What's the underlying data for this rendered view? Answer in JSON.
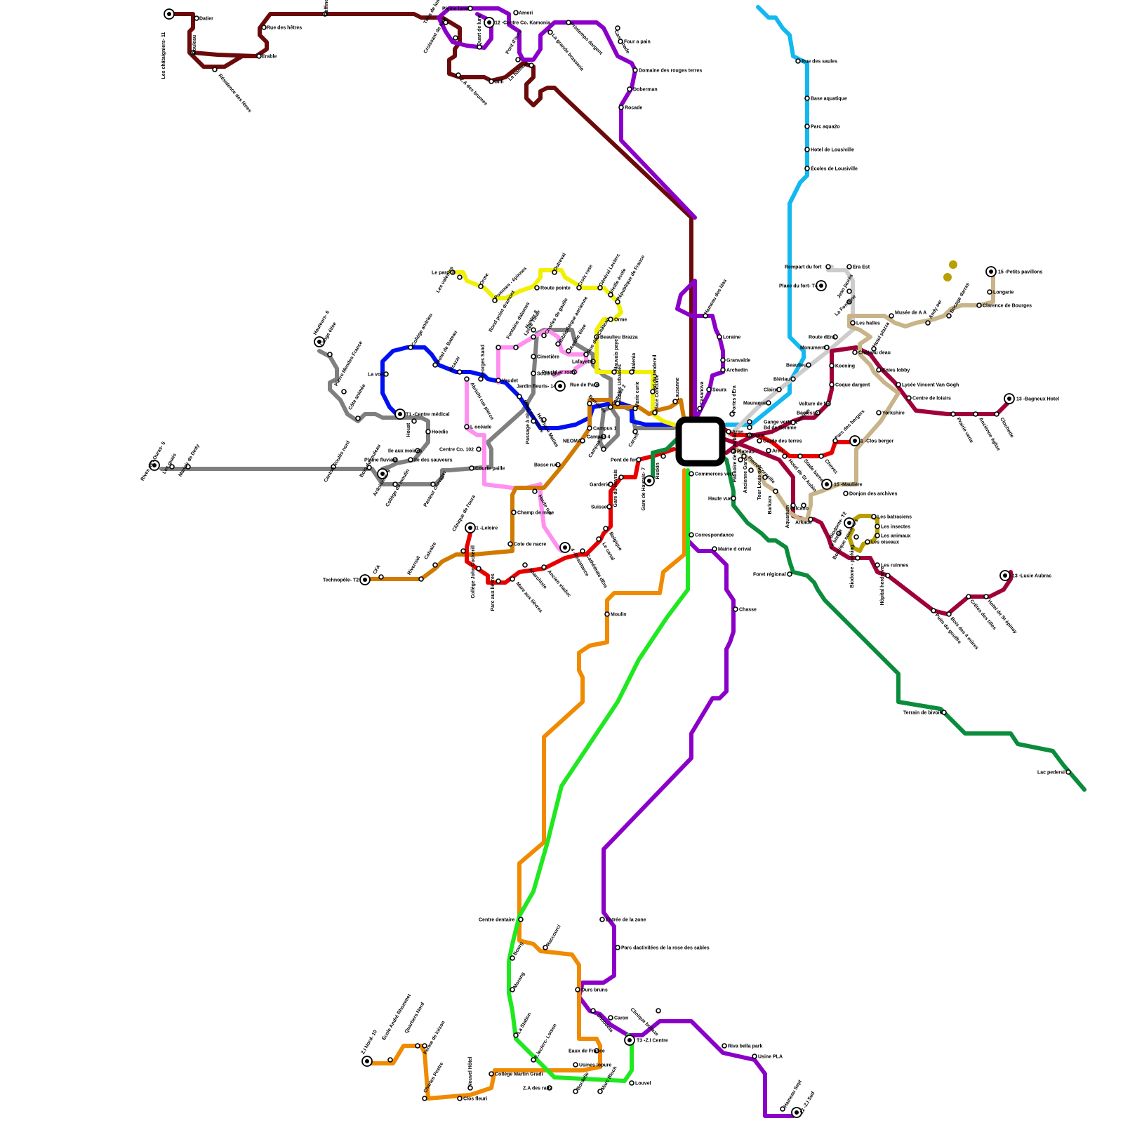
{
  "colors": {
    "brown": "#6b0a0a",
    "purple": "#8b00c8",
    "cyan": "#12b8f0",
    "grey": "#7f7f7f",
    "blue": "#0010f0",
    "pink": "#ff90f0",
    "yellow": "#f0f000",
    "orange": "#f08a00",
    "darkorange": "#d07a00",
    "red": "#e80000",
    "green": "#0a8c3c",
    "lime": "#20e820",
    "maroon": "#a0003a",
    "tan": "#c8b488",
    "lightgrey": "#cccccc",
    "olive": "#b8a000",
    "hub": "#000000"
  },
  "hub": {
    "name": "central-hub"
  },
  "labels": {
    "chataigniers": "Les châtaigniers- 11",
    "datier": "Datier",
    "bouleau": "Bouleau",
    "residence_fenes": "Résidence des fènes",
    "erable": "Erable",
    "rue_hetres": "Rue des hêtres",
    "raffinerie": "Raffinerie",
    "pleine_lune": "Pleine lune",
    "amori": "Amori",
    "centre_kamonia": "12 -Centre Co. Kamonia",
    "tiers_lune": "Tiers de lune",
    "croissant_lune": "Croissant de lune",
    "quart_lune": "Quart de lune",
    "za_brumes": "Z.A des brumes",
    "gilfi": "Gilfi",
    "pont_ours": "Pont d'ours",
    "hameau": "Le hameau",
    "grande_brasserie": "La grande brasserie",
    "printemps": "Printemps dargent",
    "cassonade": "Cassonade",
    "four_pain": "Four a pain",
    "domaine_rouges": "Domaine des rouges terres",
    "doberman": "Doberman",
    "rocade": "Rocade",
    "rue_saules": "Rue des saules",
    "base_aquatique": "Base aquatique",
    "parc_aqua": "Parc aqua2o",
    "hotel_lousiville": "Hotel de Lousiville",
    "ecoles_lousiville": "Écoles de Lousiville",
    "rempart": "Rempart du fort",
    "era_est": "Era Est",
    "place_fort": "Place du fort- T4",
    "jean_jaures": "Jean jaurès",
    "fontaine": "La Fontaine",
    "halles": "Les halles",
    "musee": "Musée de A A",
    "andy": "Andy ow",
    "bocage": "Bocage darras",
    "clarence": "Clarence de Bourges",
    "petits_pavillons": "15 -Petits pavillons",
    "longarie": "Longarie",
    "route_era": "Route dEra",
    "monument": "Monument",
    "chateau_deau": "Château deau",
    "hotel_plazza": "Hotel plazza",
    "koening": "Koening",
    "enies": "Enies lobby",
    "lycee_vvg": "Lycée Vincent Van Gogh",
    "centre_loisirs": "Centre de loisirs",
    "bagneux": "13 -Bagneux Hotel",
    "clochette": "Clochette",
    "ancienne_eglise": "Ancienne église",
    "prairie_verte": "Prairie verte",
    "yorkshire": "Yorkshire",
    "coque_dargent": "Coque dargent",
    "volture_fer": "Volture de fer",
    "baclesse": "Baclesse",
    "pensionnat": "Pension",
    "beaulieu": "Beaulieu",
    "bleriau": "Blériau",
    "claire": "Claire",
    "mauraque": "Mauraque",
    "hameau_lilas": "Hameau des lilas",
    "loraine": "Loraine",
    "granvalde": "Granvalde",
    "archedin": "Archedin",
    "soura": "Soura",
    "casanova": "Casanova",
    "portes_era": "Portes dEra",
    "gange_verte": "Gange verte",
    "bd_remme": "Bd de Remme",
    "aron": "Aron",
    "sologne": "Sologne",
    "garde_terres": "Garde des terres",
    "areli": "Areli",
    "hotel_st_aubin": "Hotel de St Aubin",
    "stade_barnes": "Stade barnes",
    "chevez": "Chevez",
    "parc_bergers": "Parc des bergers",
    "clos_berger": "1 -Clos berger",
    "mauliere": "15 -Maulière",
    "donjon": "Donjon des archives",
    "plateau": "Plateau",
    "pierre_corneille": "Pierre Corneille",
    "patinoire": "Patinoire de St Aubin",
    "ancienne_gare": "Ancienne Gare",
    "tour_louis": "Tour Louis ova",
    "barkara": "Barkara",
    "aquarium": "Aquarium",
    "arkade": "Arkade",
    "vulcano": "Vulcano",
    "haute_vue": "Haute vue",
    "les_batraciens": "Les batraciens",
    "les_insectes": "Les insectes",
    "les_animaux": "Les animaux",
    "les_oiseaux": "Les oiseaux",
    "biodome_t2": "Biodome- T2",
    "le_bisnet": "Le bisnet",
    "boutique_souvenirs": "Boutique souvenirs",
    "biodome_parking": "Biodome - parking",
    "les_ruinnes": "Les ruinnes",
    "hopital": "Hôpital herdreve",
    "puits_gouffre": "Puits du gouffre",
    "bois_mures": "Bois des 4 mûres",
    "cretes": "Crêtes des tilles",
    "hotel_st_epinay": "Hotel de St épinay",
    "lucie_aubrac": "13 -Lucie Aubrac",
    "foret_regional": "Foret régional",
    "terrain_bivoik": "Terrain de bivoik",
    "lac_pedersi": "Lac pedersi",
    "commerces_vert": "Commerces vert",
    "correspondance": "Correspondance",
    "mairie_orival": "Mairie d orival",
    "chasse": "Chasse",
    "moulin": "Moulin",
    "centre_dentaire": "Centre dentaire",
    "entree_zone": "Entrée de la zone",
    "parc_activites": "Parc dactivitées de la rose des sables",
    "bourg": "Bourg",
    "raccourci": "Raccourci",
    "morang": "Morang",
    "ours_bruns": "Ours bruns",
    "clinique_bolleze": "Clinique bolleze",
    "shoodola": "Shoodola",
    "caron": "Caron",
    "la_station": "La Station",
    "leclerc_loison": "E.leclerc- Loison",
    "eaux_france": "Eaux de France",
    "usines_lopure": "Usines lopure",
    "zi_centre": "T3 -Z.I Centre",
    "louvel": "Louvel",
    "za_rails": "Z.A des rails",
    "bordelle": "Bordelle",
    "marc_bloch": "Marc Bloch",
    "riva_bella": "Riva bella park",
    "usine_pla": "Usine PLA",
    "hameau_sept": "Hameau Sept",
    "zi_sud": "12 -Z.I Sud",
    "zi_nord": "Z.I Nord- 10",
    "ecole_andre": "École André Rhommet",
    "quartiers_nord": "Quartiers Nord",
    "ferme_loison": "Ferme de loison",
    "charles_pestre": "Charles Pestre",
    "nouvel_hotel": "Nouvel Hôtel",
    "college_martin": "Collège Martin Gradi",
    "clos_fleuri": "Clos fleuri",
    "technopole": "Technopôle- T2",
    "cfa": "CFA",
    "rivernail": "Rivernail",
    "calvaire": "Calvaire",
    "clinique_oura": "Clinique de l'oura",
    "leloire": "1 -Leloire",
    "college_cockerill": "Collège John Cockerill",
    "parc_lievres": "Parc aux lièvres",
    "mare_lievres": "Mare aux lièvres",
    "anarchiste": "Anarchiste",
    "ancien_viaduc": "Ancien viaduc",
    "resistance": "4 -Résistance",
    "cathedrale": "Cathédrale dEra",
    "le_canal": "Le canal",
    "belgique": "Belgique",
    "suisse": "Suisse",
    "garderie": "Garderie",
    "gare_havrais": "Gare du Havrais",
    "gare_havrais_7": "Gare de Havrais- 7",
    "pont_fer": "Pont de fer",
    "ruskin": "Ruskin",
    "cote_nacre": "Cote de nacre",
    "champ_mine": "Champ de mine",
    "haute_rue": "Haute rue",
    "basse_rue": "Basse rue",
    "neoma": "NEOMA",
    "campus1": "Campus 1",
    "campus2": "Campus 2",
    "campus3": "Campus 3",
    "campus4": "Campus 4",
    "carnot": "Carnot",
    "bernieres": "Bernières",
    "ecoles_urbaines": "Écoles Urbaines",
    "marie_curie": "Marie curie",
    "place_concorde": "Place Concorde",
    "bd_tendereil": "Bd du tendereil",
    "lausanne": "Lausanne",
    "rue_paris": "Rue de Paris",
    "mauvais_paye": "Mauvais paye",
    "malenia": "Malenia",
    "beaulieu_brazza": "Beaulieu Brazza",
    "orme2": "Orme",
    "republique": "République de France",
    "vieille_ecole": "Vieille école",
    "general_leclerc": "Général Leclerc",
    "croix_rose": "Croix rose",
    "outreval": "Outreval",
    "route_pointe": "Route pointe",
    "pommes": "Pommes - épinnes",
    "orme": "Orme",
    "les_valentes": "Les valentes",
    "le_parc": "Le parc- 8",
    "hunter": "Hunter 8",
    "charles_gaulle": "Charles de gaulle",
    "bibliotheque": "Bibliothèque ancienne",
    "amelie_elise": "Amélie élise",
    "rue_chateaux": "Rue des Château",
    "lafayette": "Lafayette",
    "peurid": "Peurid ar roch",
    "jardin_fleuris": "Jardin fleuris- 14",
    "soulnight": "Soulnight",
    "cimetiere": "Cimetière",
    "lycee_timer": "Lycée Timer",
    "fontaine_dalumes": "Fontaine dalumes",
    "rond_point": "Rond point dramont",
    "george_sand": "Georges Sand",
    "yaudet": "Yaudet",
    "henrique_matias": "Henrique Matias",
    "mont_morts": "Mont aux morts",
    "passage_niveau": "Passage à niveau",
    "alcazar": "Alcazar",
    "hotel_bateau": "Hotel de Bateau",
    "college_andrieu": "Collège andrieu",
    "la_voie": "La voie",
    "centre_medical": "T1 -Centre médical",
    "houat": "Houat",
    "hoedic": "Hoedic",
    "ile_moines": "Ile aux moines",
    "ile_sauveurs": "Ile des sauveurs",
    "plaine_fluviale": "Plaine fluviale",
    "ardoisiere": "Ardoisière- 9",
    "college_moulin": "Collège du moulin",
    "pasteur": "Pasteur chevalier",
    "courte_paille": "Courte paille",
    "centre_co_102": "Centre Co. 102",
    "loceane": "L océade",
    "abrisfri": "Abrisfri rue pierce",
    "hauteurs": "Hauteurs- 6",
    "lange_elise": "Lange élise",
    "pierre_mendes": "Pierre Mendes France",
    "cote_animee": "Côte animée",
    "rives_ouras": "Rives de l Ouras- 5",
    "les_quais": "Les quais",
    "manoir_deity": "Manoir de Deity",
    "canton_roules": "Canton Roulés nord",
    "bois_rouleau": "Bois du rouleau"
  }
}
